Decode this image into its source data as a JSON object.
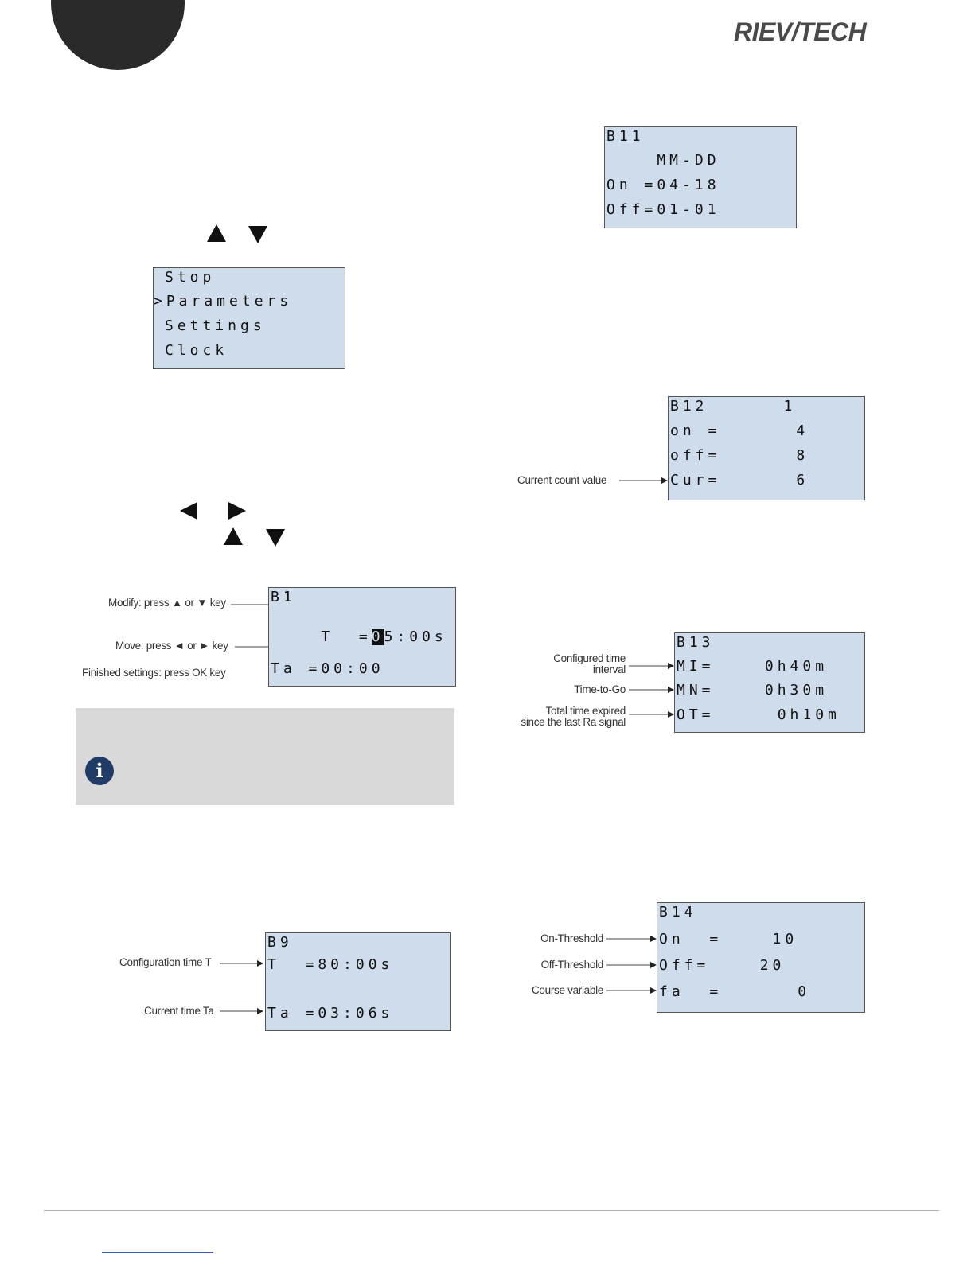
{
  "header": {
    "logo_text": "RIEV/TECH",
    "icons": [
      "dark-circle-tab",
      "company-logo"
    ]
  },
  "left_column": {
    "nav_keys_1": [
      "up-triangle-icon",
      "down-triangle-icon"
    ],
    "menu_lcd": {
      "rows": [
        "Stop",
        ">Parameters",
        "Settings",
        "Clock"
      ]
    },
    "nav_keys_2": [
      "left-triangle-icon",
      "right-triangle-icon"
    ],
    "nav_keys_3": [
      "up-triangle-icon",
      "down-triangle-icon"
    ],
    "b1_figure": {
      "labels": {
        "modify": "Modify: press ▲ or ▼ key",
        "move": "Move: press ◄ or ► key",
        "finished": "Finished settings: press OK key"
      },
      "lcd": {
        "title": "B1",
        "t_prefix": "T  =",
        "t_cursor": "0",
        "t_rest": "5:00s",
        "ta": "Ta =00:00"
      }
    },
    "note_box": {
      "icon": "info-icon"
    },
    "b9_figure": {
      "labels": {
        "config": "Configuration time T",
        "current": "Current time Ta"
      },
      "lcd": {
        "title": "B9",
        "t": "T  =80:00s",
        "ta": "Ta =03:06s"
      }
    }
  },
  "right_column": {
    "b11_lcd": {
      "rows": [
        "B11",
        "    MM-DD",
        "On =04-18",
        "Off=01-01"
      ]
    },
    "b12_figure": {
      "labels": {
        "current_count": "Current count value"
      },
      "lcd": {
        "rows": [
          "B12      1",
          "on =      4",
          "off=      8",
          "Cur=      6"
        ]
      }
    },
    "b13_figure": {
      "labels": {
        "configured": [
          "Configured time",
          "interval"
        ],
        "time_to_go": "Time-to-Go",
        "expired": [
          "Total time expired",
          "since the last Ra signal"
        ]
      },
      "lcd": {
        "rows": [
          "B13",
          "MI=    0h40m",
          "MN=    0h30m",
          "OT=     0h10m"
        ]
      }
    },
    "b14_figure": {
      "labels": {
        "on_threshold": "On-Threshold",
        "off_threshold": "Off-Threshold",
        "course": "Course variable"
      },
      "lcd": {
        "rows": [
          "B14",
          "On  =    10",
          "Off=    20",
          "fa  =      0"
        ]
      }
    }
  }
}
